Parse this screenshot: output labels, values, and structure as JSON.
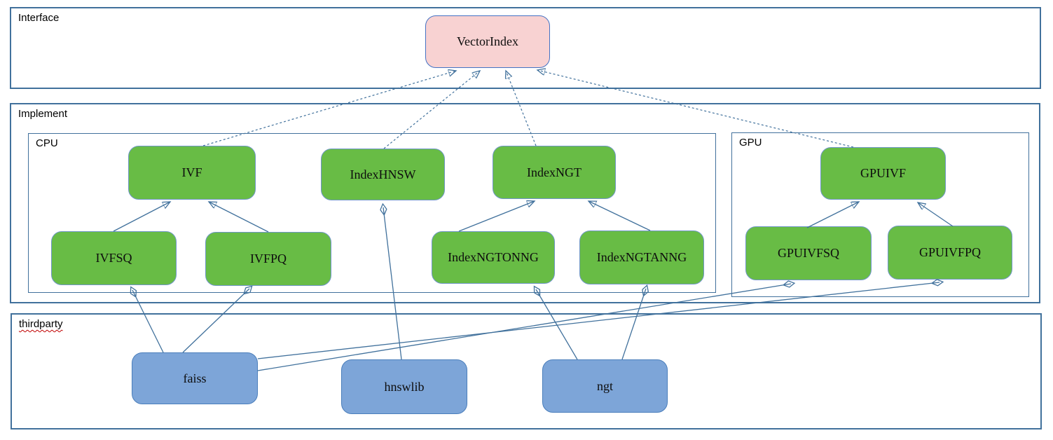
{
  "sections": {
    "interface": "Interface",
    "implement": "Implement",
    "cpu": "CPU",
    "gpu": "GPU",
    "thirdparty": "thirdparty"
  },
  "nodes": {
    "vectorindex": "VectorIndex",
    "ivf": "IVF",
    "indexhnsw": "IndexHNSW",
    "indexngt": "IndexNGT",
    "gpuivf": "GPUIVF",
    "ivfsq": "IVFSQ",
    "ivfpq": "IVFPQ",
    "indexngtonng": "IndexNGTONNG",
    "indexngtanng": "IndexNGTANNG",
    "gpuivfsq": "GPUIVFSQ",
    "gpuivfpq": "GPUIVFPQ",
    "faiss": "faiss",
    "hnswlib": "hnswlib",
    "ngt": "ngt"
  },
  "edges": [
    {
      "from": "ivf",
      "to": "vectorindex",
      "type": "realization-dashed-hollow-arrow"
    },
    {
      "from": "indexhnsw",
      "to": "vectorindex",
      "type": "realization-dashed-hollow-arrow"
    },
    {
      "from": "indexngt",
      "to": "vectorindex",
      "type": "realization-dashed-hollow-arrow"
    },
    {
      "from": "gpuivf",
      "to": "vectorindex",
      "type": "realization-dashed-hollow-arrow"
    },
    {
      "from": "ivfsq",
      "to": "ivf",
      "type": "generalization-hollow-arrow"
    },
    {
      "from": "ivfpq",
      "to": "ivf",
      "type": "generalization-hollow-arrow"
    },
    {
      "from": "indexngtonng",
      "to": "indexngt",
      "type": "generalization-hollow-arrow"
    },
    {
      "from": "indexngtanng",
      "to": "indexngt",
      "type": "generalization-hollow-arrow"
    },
    {
      "from": "gpuivfsq",
      "to": "gpuivf",
      "type": "generalization-hollow-arrow"
    },
    {
      "from": "gpuivfpq",
      "to": "gpuivf",
      "type": "generalization-hollow-arrow"
    },
    {
      "from": "faiss",
      "to": "ivfsq",
      "type": "composition-filled-diamond"
    },
    {
      "from": "faiss",
      "to": "ivfpq",
      "type": "composition-filled-diamond"
    },
    {
      "from": "faiss",
      "to": "gpuivfsq",
      "type": "composition-filled-diamond"
    },
    {
      "from": "faiss",
      "to": "gpuivfpq",
      "type": "composition-filled-diamond"
    },
    {
      "from": "hnswlib",
      "to": "indexhnsw",
      "type": "composition-filled-diamond"
    },
    {
      "from": "ngt",
      "to": "indexngtonng",
      "type": "composition-filled-diamond"
    },
    {
      "from": "ngt",
      "to": "indexngtanng",
      "type": "composition-filled-diamond"
    }
  ],
  "colors": {
    "interface_fill": "#f8d2d2",
    "implement_fill": "#68bc45",
    "thirdparty_fill": "#7da5d8",
    "frame_border": "#41719c",
    "connector": "#41719c",
    "squiggle": "#c00000"
  }
}
